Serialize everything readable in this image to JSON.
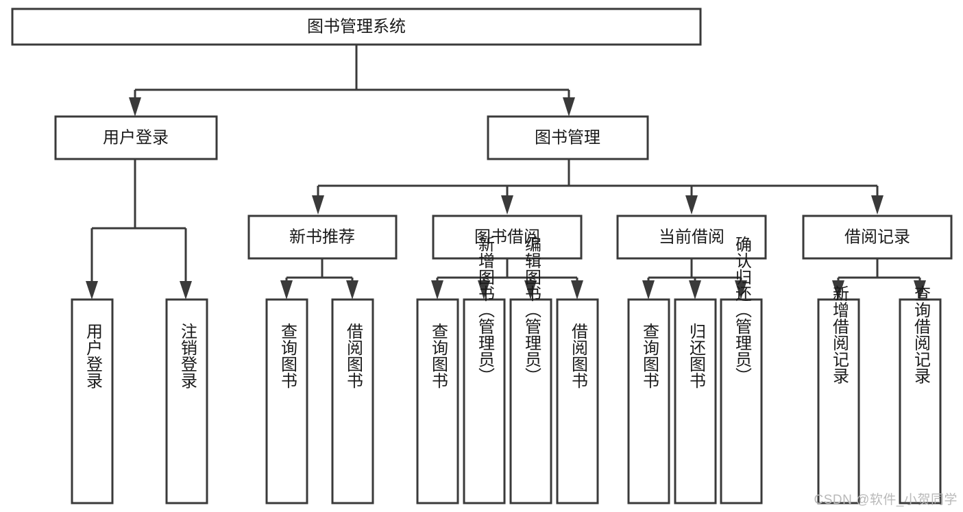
{
  "diagram": {
    "type": "tree-flowchart",
    "title": "图书管理系统",
    "orientation": "top-down",
    "colors": {
      "box_fill": "#ffffff",
      "box_stroke": "#3a3a3a",
      "text": "#1a1a1a",
      "watermark": "#b9b9b9",
      "background": "#ffffff"
    },
    "root": {
      "label": "图书管理系统"
    },
    "level1": [
      {
        "label": "用户登录"
      },
      {
        "label": "图书管理"
      }
    ],
    "level2": [
      {
        "label": "新书推荐"
      },
      {
        "label": "图书借阅"
      },
      {
        "label": "当前借阅"
      },
      {
        "label": "借阅记录"
      }
    ],
    "leaves": {
      "user_login": [
        {
          "label": "用户登录"
        },
        {
          "label": "注销登录"
        }
      ],
      "new_book_recommend": [
        {
          "label": "查询图书"
        },
        {
          "label": "借阅图书"
        }
      ],
      "book_borrow": [
        {
          "label": "查询图书"
        },
        {
          "label": "新增图书（管理员）"
        },
        {
          "label": "编辑图书（管理员）"
        },
        {
          "label": "借阅图书"
        }
      ],
      "current_borrow": [
        {
          "label": "查询图书"
        },
        {
          "label": "归还图书"
        },
        {
          "label": "确认归还（管理员）"
        }
      ],
      "borrow_record": [
        {
          "label": "新增借阅记录"
        },
        {
          "label": "查询借阅记录"
        }
      ]
    },
    "watermark": "CSDN @软件_小贺同学"
  }
}
